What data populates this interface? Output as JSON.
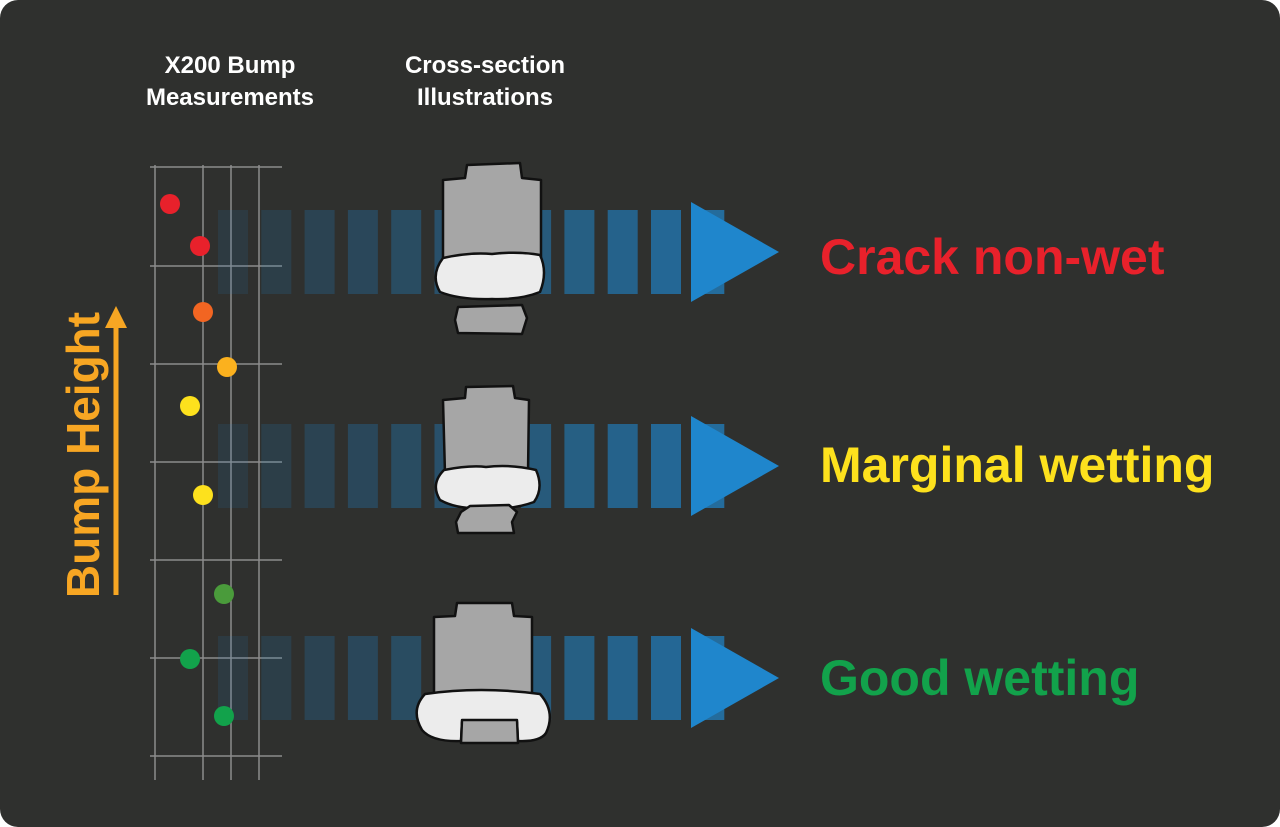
{
  "headings": {
    "measurements": [
      "X200 Bump",
      "Measurements"
    ],
    "illustrations": [
      "Cross-section",
      "Illustrations"
    ]
  },
  "axis_label": "Bump Height",
  "outcomes": {
    "crack": "Crack non-wet",
    "marginal": "Marginal wetting",
    "good": "Good wetting"
  },
  "colors": {
    "background": "#2f302e",
    "axis": "#f7a623",
    "crack": "#e8212b",
    "marginal": "#fde11d",
    "good": "#12a24b",
    "arrow": "#1f86cc",
    "bump": "#a6a6a6",
    "solder": "#ececec",
    "grid": "#8c8c8c"
  },
  "measurement_points": [
    {
      "status": "crack-non-wet",
      "color": "#e8212b"
    },
    {
      "status": "crack-non-wet",
      "color": "#e8212b"
    },
    {
      "status": "transition",
      "color": "#f26522"
    },
    {
      "status": "marginal-wetting",
      "color": "#fbb11e"
    },
    {
      "status": "marginal-wetting",
      "color": "#fde11d"
    },
    {
      "status": "marginal-wetting",
      "color": "#fde11d"
    },
    {
      "status": "good-wetting",
      "color": "#4a9b3b"
    },
    {
      "status": "good-wetting",
      "color": "#12a24b"
    },
    {
      "status": "good-wetting",
      "color": "#12a24b"
    }
  ]
}
